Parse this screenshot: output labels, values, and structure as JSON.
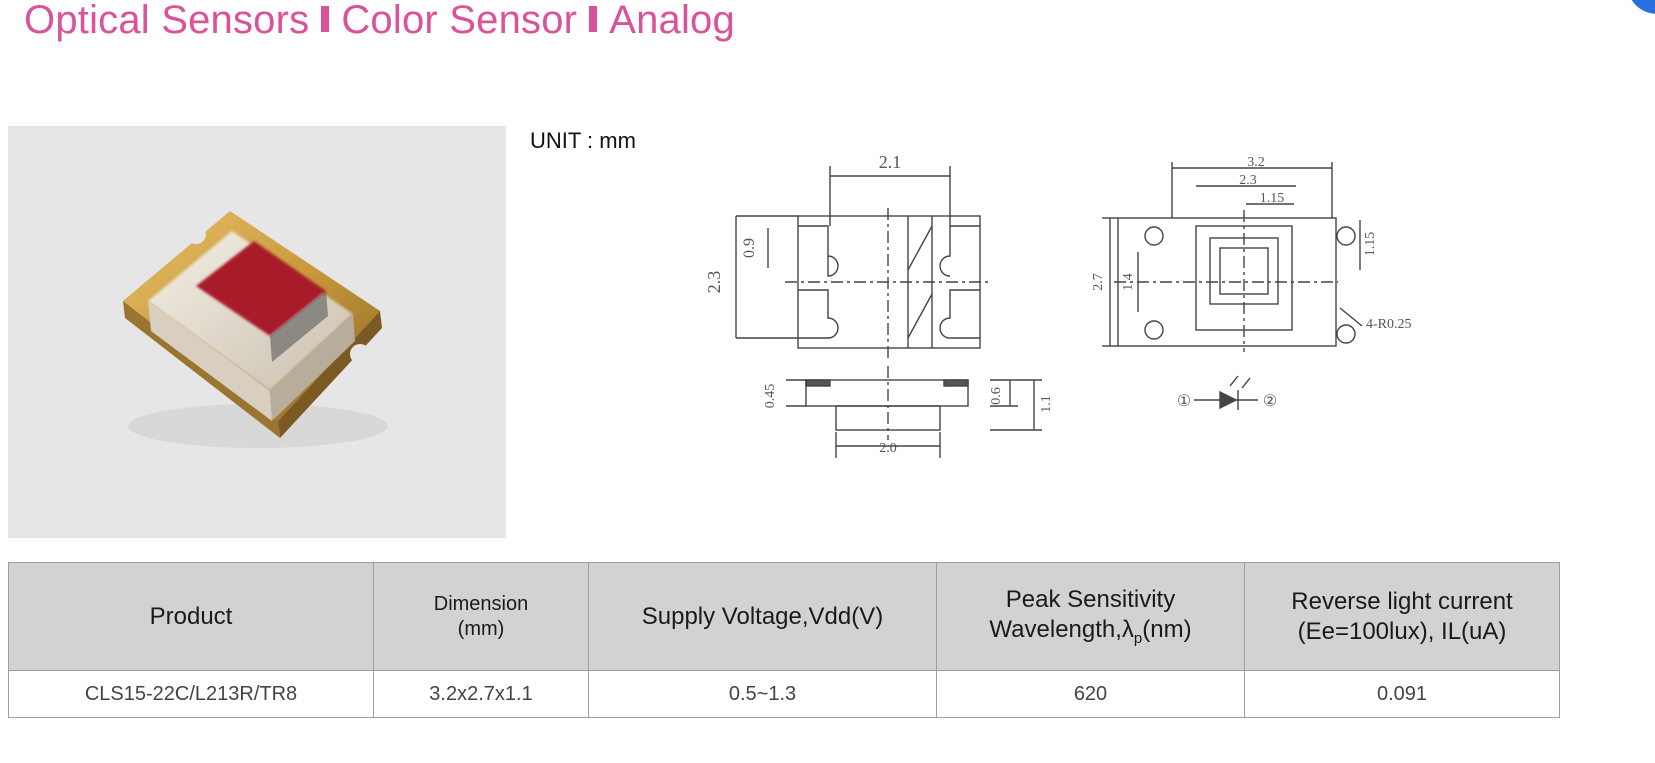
{
  "page": {
    "title_parts": [
      "Optical Sensors",
      "Color Sensor",
      "Analog"
    ],
    "unit_label": "UNIT : mm"
  },
  "drawing": {
    "top_view_labels": {
      "width": "2.1",
      "height": "2.3",
      "pad": "0.9"
    },
    "side_view_labels": {
      "left": "0.45",
      "right_inner": "0.6",
      "right_outer": "1.1",
      "bottom": "2.0"
    },
    "bottom_view_labels": {
      "outer_width": "3.2",
      "mid_width": "2.3",
      "inner_width": "1.15",
      "height": "2.7",
      "inner_height": "1.4",
      "right_height": "1.15",
      "radius": "4-R0.25"
    },
    "pin_labels": [
      "①",
      "②"
    ],
    "pin_label_count_note": null
  },
  "table": {
    "headers": [
      {
        "lines": [
          "Product"
        ]
      },
      {
        "lines": [
          "Dimension",
          "(mm)"
        ]
      },
      {
        "lines": [
          "Supply Voltage,Vdd(V)"
        ]
      },
      {
        "lines": [
          "Peak Sensitivity",
          "Wavelength,λ",
          "p",
          "(nm)"
        ]
      },
      {
        "lines": [
          "Reverse light current",
          "(Ee=100lux), IL(uA)"
        ]
      }
    ],
    "rows": [
      [
        "CLS15-22C/L213R/TR8",
        "3.2x2.7x1.1",
        "0.5~1.3",
        "620",
        "0.091"
      ]
    ]
  },
  "colors": {
    "title": "#d9529a",
    "header_bg": "#d1d2d4",
    "photo_bg": "#e6e6e7",
    "sensor_window": "#a81c2c",
    "gold_pad": "#c99a3c"
  }
}
